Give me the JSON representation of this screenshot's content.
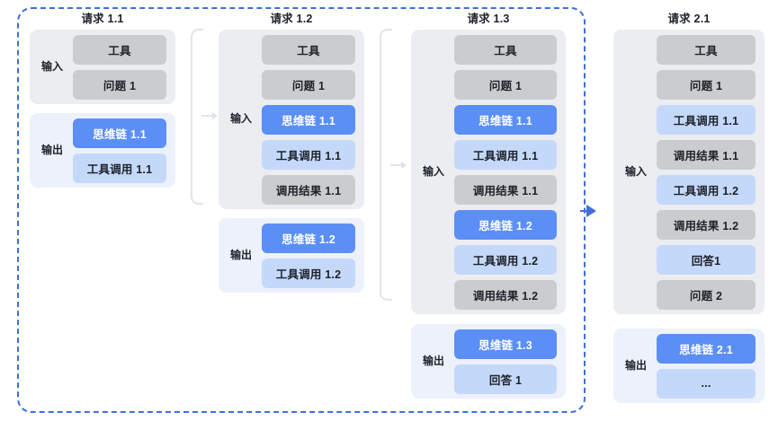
{
  "diagram": {
    "title_hidden": "",
    "colors": {
      "session_border": "#3f6fd8",
      "input_group_bg": "#ebedf1",
      "output_group_bg": "#edf1fb",
      "chip_gray": "#cbcccd",
      "chip_blue": "#5b8ff5",
      "chip_lightblue": "#c4d8fa",
      "connector_gray": "#e3e5e8",
      "page_bg": "#ffffff"
    },
    "labels": {
      "input": "输入",
      "output": "输出"
    },
    "columns": [
      {
        "id": "request-1-1",
        "title": "请求 1.1",
        "input": {
          "label": "输入",
          "chips": [
            {
              "text": "工具",
              "style": "gray"
            },
            {
              "text": "问题 1",
              "style": "gray"
            }
          ]
        },
        "output": {
          "label": "输出",
          "chips": [
            {
              "text": "思维链 1.1",
              "style": "blue"
            },
            {
              "text": "工具调用 1.1",
              "style": "lightblue"
            }
          ]
        }
      },
      {
        "id": "request-1-2",
        "title": "请求 1.2",
        "input": {
          "label": "输入",
          "chips": [
            {
              "text": "工具",
              "style": "gray"
            },
            {
              "text": "问题 1",
              "style": "gray"
            },
            {
              "text": "思维链 1.1",
              "style": "blue"
            },
            {
              "text": "工具调用 1.1",
              "style": "lightblue"
            },
            {
              "text": "调用结果 1.1",
              "style": "gray"
            }
          ]
        },
        "output": {
          "label": "输出",
          "chips": [
            {
              "text": "思维链 1.2",
              "style": "blue"
            },
            {
              "text": "工具调用 1.2",
              "style": "lightblue"
            }
          ]
        }
      },
      {
        "id": "request-1-3",
        "title": "请求 1.3",
        "input": {
          "label": "输入",
          "chips": [
            {
              "text": "工具",
              "style": "gray"
            },
            {
              "text": "问题 1",
              "style": "gray"
            },
            {
              "text": "思维链 1.1",
              "style": "blue"
            },
            {
              "text": "工具调用 1.1",
              "style": "lightblue"
            },
            {
              "text": "调用结果 1.1",
              "style": "gray"
            },
            {
              "text": "思维链 1.2",
              "style": "blue"
            },
            {
              "text": "工具调用 1.2",
              "style": "lightblue"
            },
            {
              "text": "调用结果 1.2",
              "style": "gray"
            }
          ]
        },
        "output": {
          "label": "输出",
          "chips": [
            {
              "text": "思维链 1.3",
              "style": "blue"
            },
            {
              "text": "回答 1",
              "style": "lightblue"
            }
          ]
        }
      },
      {
        "id": "request-2-1",
        "title": "请求 2.1",
        "input": {
          "label": "输入",
          "chips": [
            {
              "text": "工具",
              "style": "gray"
            },
            {
              "text": "问题 1",
              "style": "gray"
            },
            {
              "text": "工具调用 1.1",
              "style": "lightblue"
            },
            {
              "text": "调用结果 1.1",
              "style": "gray"
            },
            {
              "text": "工具调用 1.2",
              "style": "lightblue"
            },
            {
              "text": "调用结果 1.2",
              "style": "gray"
            },
            {
              "text": "回答1",
              "style": "lightblue"
            },
            {
              "text": "问题 2",
              "style": "gray"
            }
          ]
        },
        "output": {
          "label": "输出",
          "chips": [
            {
              "text": "思维链 2.1",
              "style": "blue"
            },
            {
              "text": "...",
              "style": "lightblue"
            }
          ]
        }
      }
    ],
    "connectors": [
      {
        "id": "connector-1-to-2",
        "kind": "bracket-arrow"
      },
      {
        "id": "connector-2-to-3",
        "kind": "bracket-arrow"
      },
      {
        "id": "connector-3-to-4",
        "kind": "blue-arrow"
      }
    ]
  }
}
